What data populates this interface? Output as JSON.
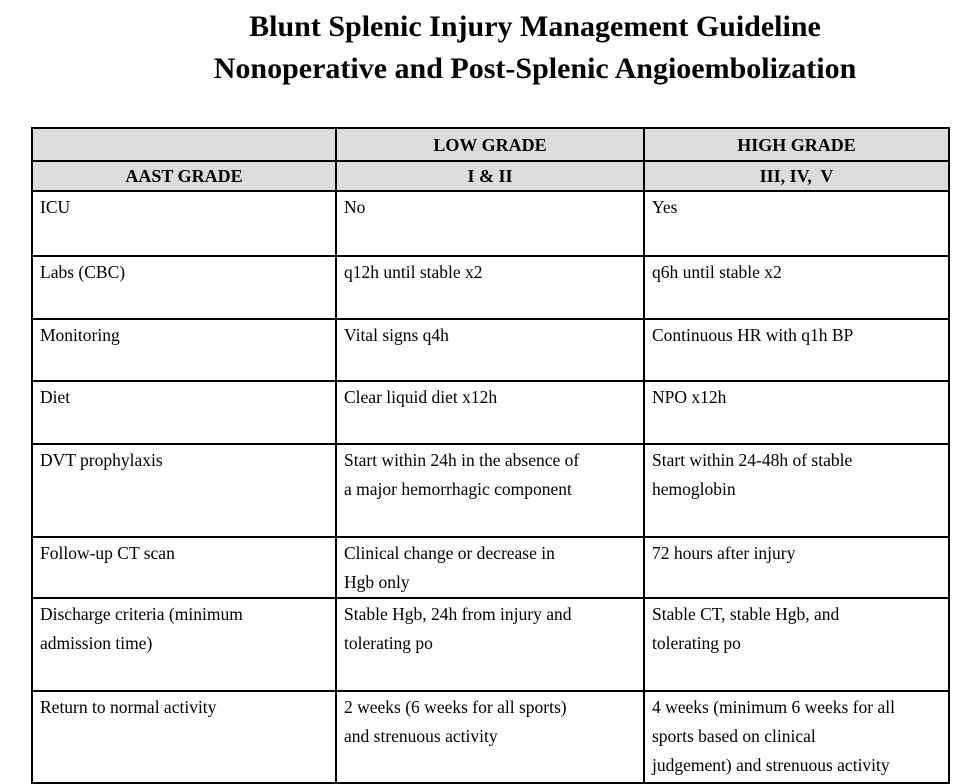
{
  "title": {
    "line1": "Blunt Splenic Injury Management Guideline",
    "line2": "Nonoperative and Post-Splenic Angioembolization"
  },
  "table": {
    "header_row_1": {
      "col1": "",
      "col2": "LOW GRADE",
      "col3": "HIGH GRADE"
    },
    "header_row_2": {
      "col1": "AAST GRADE",
      "col2": "I & II",
      "col3": "III, IV,  V"
    },
    "rows": [
      {
        "label": "ICU",
        "low": "No",
        "high": "Yes"
      },
      {
        "label": "Labs (CBC)",
        "low": "q12h until stable x2",
        "high": "q6h until stable x2"
      },
      {
        "label": "Monitoring",
        "low": "Vital signs q4h",
        "high": "Continuous HR with q1h BP"
      },
      {
        "label": "Diet",
        "low": "Clear liquid diet x12h",
        "high": "NPO x12h"
      },
      {
        "label": "DVT prophylaxis",
        "low": "Start within 24h in the absence of\na major hemorrhagic component",
        "high": "Start within 24-48h of stable\nhemoglobin"
      },
      {
        "label": "Follow-up CT scan",
        "low": "Clinical change or decrease in\nHgb only",
        "high": "72 hours after injury"
      },
      {
        "label": "Discharge criteria (minimum\nadmission time)",
        "low": "Stable Hgb, 24h from injury and\ntolerating po",
        "high": "Stable CT, stable Hgb, and\ntolerating po"
      },
      {
        "label": "Return to normal activity",
        "low": "2 weeks (6 weeks for all sports)\nand strenuous activity",
        "high": "4 weeks (minimum 6 weeks for all\nsports based on clinical\njudgement) and strenuous activity"
      }
    ]
  },
  "colors": {
    "page_background": "#ffffff",
    "header_background": "#dcdcdc",
    "border": "#000000",
    "text": "#000000"
  }
}
